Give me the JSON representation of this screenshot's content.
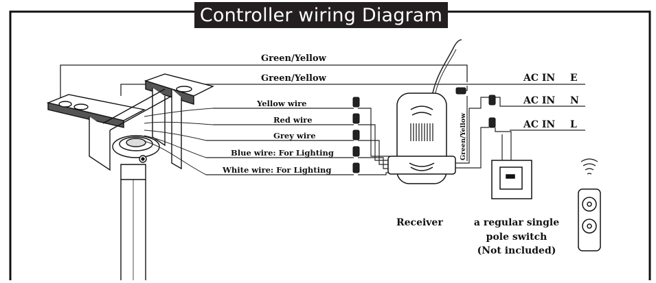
{
  "title": "Controller wiring Diagram",
  "ground_wires": [
    "Green/Yellow",
    "Green/Yellow"
  ],
  "wire_labels": [
    "Yellow wire",
    "Red wire",
    "Grey wire",
    "Blue wire: For Lighting",
    "White wire: For Lighting"
  ],
  "vertical_wire_label": "Green/Yellow",
  "ac_inputs": [
    {
      "label": "AC IN",
      "terminal": "E"
    },
    {
      "label": "AC IN",
      "terminal": "N"
    },
    {
      "label": "AC IN",
      "terminal": "L"
    }
  ],
  "receiver_label": "Receiver",
  "switch_label": [
    "a regular single",
    "pole switch",
    "(Not included)"
  ]
}
